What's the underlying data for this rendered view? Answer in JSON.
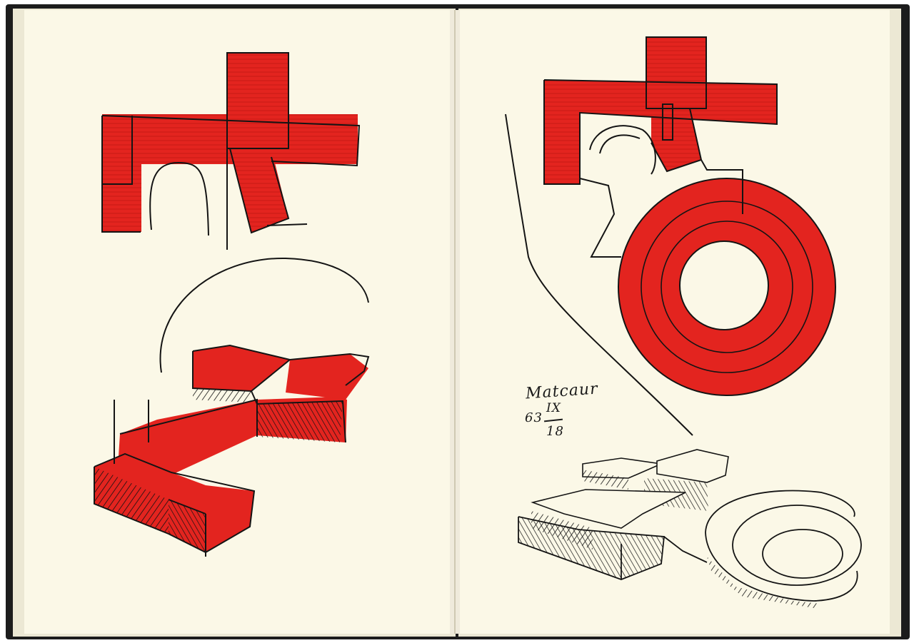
{
  "sketchbook": {
    "marker_color": "#e3241f",
    "ink_color": "#141414",
    "paper_color": "#fbf8e7",
    "cover_color": "#1c1c1c"
  },
  "right_page": {
    "place_note": "Matcaur",
    "date": {
      "day": "63",
      "month": "IX",
      "year": "18"
    }
  }
}
